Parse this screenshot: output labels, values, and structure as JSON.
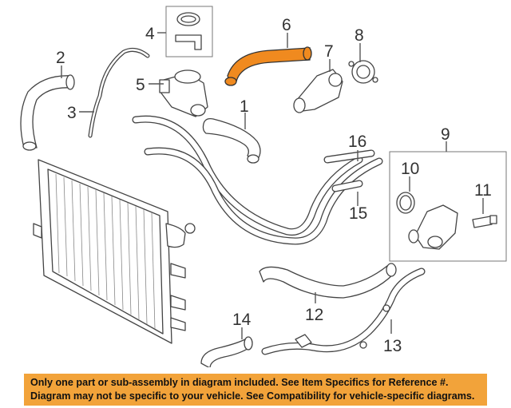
{
  "callouts": [
    "1",
    "2",
    "3",
    "4",
    "5",
    "6",
    "7",
    "8",
    "9",
    "10",
    "11",
    "12",
    "13",
    "14",
    "15",
    "16"
  ],
  "highlight_color": "#f08a1f",
  "notice": {
    "line1": "Only one part or sub-assembly in diagram included. See Item Specifics for Reference #.",
    "line2": "Diagram may not be specific to your vehicle. See Compatibility for vehicle-specific diagrams.",
    "background": "#f2a33a"
  }
}
